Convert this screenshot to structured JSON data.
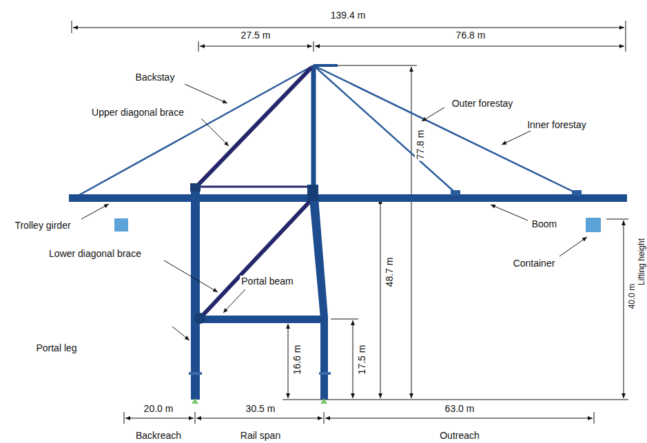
{
  "diagram": {
    "labels": [
      "139.4 m",
      "27.5 m",
      "76.8 m",
      "Backstay",
      "Upper diagonal brace",
      "Outer forestay",
      "Inner forestay",
      "77.8 m",
      "Trolley girder",
      "Boom",
      "48.7 m",
      "Container",
      "Lifting height",
      "40.0 m",
      "Lower diagonal brace",
      "Portal beam",
      "Portal leg",
      "16.6 m",
      "17.5 m",
      "20.0 m",
      "30.5 m",
      "63.0 m",
      "Backreach",
      "Rail span",
      "Outreach"
    ]
  }
}
